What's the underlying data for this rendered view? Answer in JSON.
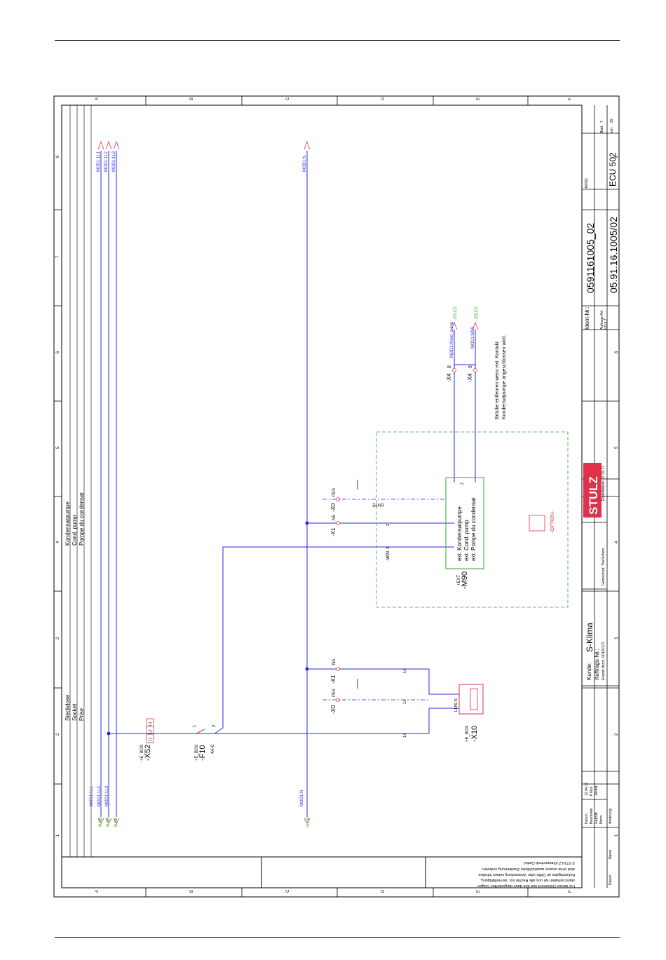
{
  "borders": {
    "rows": [
      "A",
      "B",
      "C",
      "D",
      "E",
      "F"
    ],
    "cols": [
      "1",
      "2",
      "3",
      "4",
      "5",
      "6",
      "7",
      "8"
    ]
  },
  "sections": {
    "left": {
      "de": "Steckdose",
      "en": "Socket",
      "fr": "Prise"
    },
    "right": {
      "de": "Kondensatpumpe",
      "en": "Cond. pump",
      "fr": "Pompe du condensat"
    }
  },
  "potentials": {
    "l1": "MOD1:1L1",
    "l2": "MOD1:1L2",
    "l3": "MOD1:1L3",
    "n": "MOD1:N",
    "ref_l": "/6.A8",
    "ref_n": "/4.C8"
  },
  "components": {
    "x52": {
      "loc": "+E_BOX",
      "tag": "-X52",
      "terms": [
        "L1",
        "L2",
        "L3"
      ]
    },
    "f10": {
      "loc": "+E_BOX",
      "tag": "-F10",
      "rating": "4A-C",
      "pin1": "1",
      "pin2": "2"
    },
    "x10": {
      "loc": "+E_BOX",
      "tag": "-X10",
      "pins": "L1 PE N"
    },
    "m90": {
      "loc": "+EXT",
      "tag": "-M90",
      "de": "ext. Kondensatpumpe",
      "en": "ext. Cond. pump",
      "fr": "ext. Pompe du condensat",
      "contact": "7"
    },
    "x1_na": "-X1",
    "x1_n5": "-X1",
    "x0_pe1": "-X0",
    "x0_pe2": "-X0",
    "pe": "PES",
    "na": "NA",
    "n5": "N5",
    "x4_8": "-X4",
    "x4_9": "-X4",
    "t8": "8",
    "t9": "9",
    "wire1": "1x",
    "wire2": "1x",
    "wire3": "1x",
    "w90": "-W90",
    "c2": "2",
    "c3": "3",
    "gnye": "GNYE",
    "option": "-OPTION-",
    "kond_pump": "MOD1:Kond_pump",
    "mod1_m90": "MOD1:M90",
    "z3": "/23.C1",
    "z3b": "/23.C1",
    "note1": "Brücke entfernen wenn ext. Kontakt",
    "note2": "Kondensatpumpe angeschlossen wird."
  },
  "legal": {
    "l1": "Für dieses Dokument und den darin dargestellten Gegen-",
    "l2": "stand behalten wir uns alle Rechte vor. Vervielfältigung,",
    "l3": "Bekanntgabe an Dritte oder Verwendung seines Inhaltes",
    "l4": "sind ohne unsere ausdrückliche Zustimmung verboten.",
    "l5": "© STULZ Klimatechnik GmbH"
  },
  "titleblock": {
    "logo": "STULZ",
    "date_label": "Datum",
    "date": "12.04.17",
    "drawn_label": "Bearbeiter",
    "drawn": "P.Nuß",
    "checked_label": "Geprüft",
    "checked": "Jocket",
    "norm_label": "Norm",
    "change_label": "Änderung",
    "name_label": "Name",
    "date2_label": "Datum",
    "kunde_label": "Kunde:",
    "kunde": "S-Klima",
    "auftrag_label": "Auftrags-Nr.:",
    "ersetzt": "Ersetzt durch: 00101173",
    "gezeichnet": "Gezeichnet: The/Schem",
    "datum_erst": "Erstelldatum: 27.02.17",
    "ident_label": "Ident-Nr.:",
    "ident": "0591161005_02",
    "auftrags_art_label": "Auftrags-Art:",
    "stulz": "STULZ",
    "drawing_no": "05.91.16.1005/02",
    "ecu": "ECU 502",
    "mod": "-MOD1",
    "blatt_label": "Blatt",
    "blatt": "7",
    "von_label": "von",
    "von": "25"
  },
  "colors": {
    "wire": "#2a2ae0",
    "ref": "#1fa01f",
    "socket": "#e0304a",
    "option": "#2eaa2e",
    "line": "#444444"
  }
}
